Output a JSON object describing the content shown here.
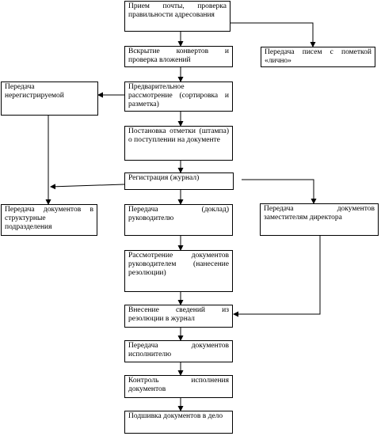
{
  "diagram": {
    "nodes": [
      {
        "id": "receive",
        "text": "Прием почты, проверка правильности адресования"
      },
      {
        "id": "personal",
        "text": "Передача писем с пометкой «лично»"
      },
      {
        "id": "open",
        "text": "Вскрытие конвертов и проверка вложений"
      },
      {
        "id": "unregistered",
        "text": "Передача нерегистрируемой"
      },
      {
        "id": "preliminary",
        "text": "Предварительное рассмотрение (сортировка и разметка)"
      },
      {
        "id": "stamp",
        "text": "Постановка отметки (штампа) о поступлении на документе"
      },
      {
        "id": "registration",
        "text": "Регистрация (журнал)"
      },
      {
        "id": "structural",
        "text": "Передача документов в структурные подразделения"
      },
      {
        "id": "to_head",
        "text": "Передача (доклад) руководителю"
      },
      {
        "id": "deputies",
        "text": "Передача документов заместителям директора"
      },
      {
        "id": "review",
        "text": "Рассмотрение документов руководителем (нанесение резолюции)"
      },
      {
        "id": "journal",
        "text": "Внесение сведений из резолюции в журнал"
      },
      {
        "id": "executor",
        "text": "Передача документов исполнителю"
      },
      {
        "id": "control",
        "text": "Контроль исполнения документов"
      },
      {
        "id": "filing",
        "text": "Подшивка документов в дело"
      }
    ]
  }
}
